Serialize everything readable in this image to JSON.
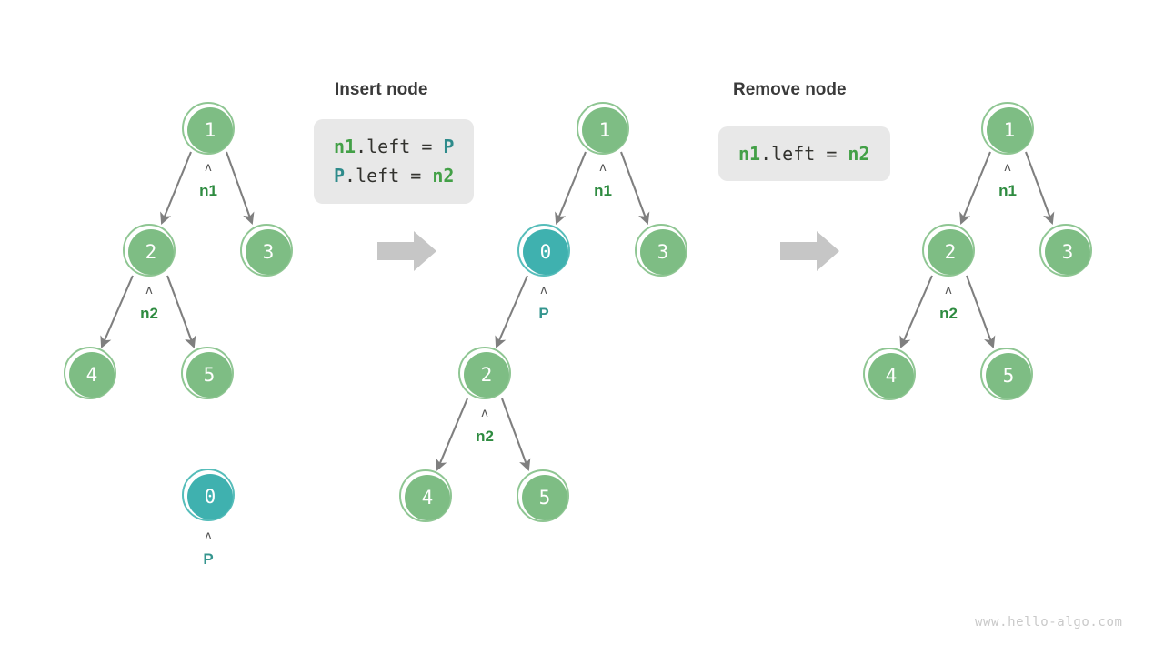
{
  "diagram": {
    "title_insert": "Insert node",
    "title_remove": "Remove node",
    "watermark": "www.hello-algo.com",
    "colors": {
      "node_green_fill": "#7EBD84",
      "node_green_ring": "#8FC693",
      "node_teal_fill": "#3FB1AF",
      "node_teal_ring": "#56BDBA",
      "edge": "#7F7F7F",
      "block_arrow": "#C6C6C6",
      "code_bg": "#E8E8E8",
      "label_green": "#2E8B40",
      "label_teal": "#34958E",
      "title": "#3A3A3A",
      "watermark": "#C9C9C9"
    },
    "code_insert": {
      "line1": {
        "var1": "n1",
        "mid": ".left = ",
        "var2": "P"
      },
      "line2": {
        "var1": "P",
        "mid": ".left = ",
        "var2": "n2"
      }
    },
    "code_remove": {
      "line1": {
        "var1": "n1",
        "mid": ".left = ",
        "var2": "n2"
      }
    },
    "caret": "ʌ",
    "panels": [
      {
        "name": "before",
        "nodes": [
          {
            "value": "1",
            "color": "green"
          },
          {
            "value": "2",
            "color": "green"
          },
          {
            "value": "3",
            "color": "green"
          },
          {
            "value": "4",
            "color": "green"
          },
          {
            "value": "5",
            "color": "green"
          },
          {
            "value": "0",
            "color": "teal"
          }
        ],
        "pointers": [
          {
            "label": "n1",
            "color": "green"
          },
          {
            "label": "n2",
            "color": "green"
          },
          {
            "label": "P",
            "color": "teal"
          }
        ]
      },
      {
        "name": "after-insert",
        "nodes": [
          {
            "value": "1",
            "color": "green"
          },
          {
            "value": "0",
            "color": "teal"
          },
          {
            "value": "3",
            "color": "green"
          },
          {
            "value": "2",
            "color": "green"
          },
          {
            "value": "4",
            "color": "green"
          },
          {
            "value": "5",
            "color": "green"
          }
        ],
        "pointers": [
          {
            "label": "n1",
            "color": "green"
          },
          {
            "label": "P",
            "color": "teal"
          },
          {
            "label": "n2",
            "color": "green"
          }
        ]
      },
      {
        "name": "after-remove",
        "nodes": [
          {
            "value": "1",
            "color": "green"
          },
          {
            "value": "2",
            "color": "green"
          },
          {
            "value": "3",
            "color": "green"
          },
          {
            "value": "4",
            "color": "green"
          },
          {
            "value": "5",
            "color": "green"
          }
        ],
        "pointers": [
          {
            "label": "n1",
            "color": "green"
          },
          {
            "label": "n2",
            "color": "green"
          }
        ]
      }
    ]
  }
}
